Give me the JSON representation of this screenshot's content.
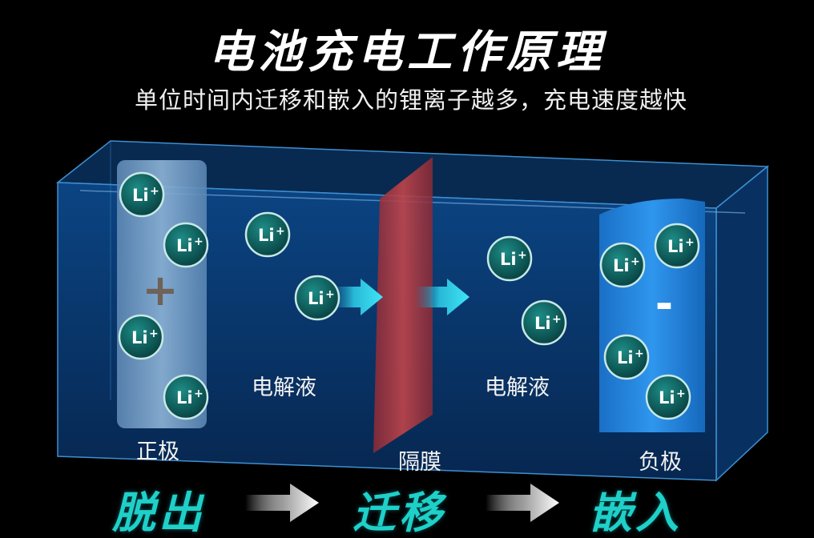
{
  "title": "电池充电工作原理",
  "subtitle": "单位时间内迁移和嵌入的锂离子越多，充电速度越快",
  "ion_label": "Li",
  "ion_charge": "+",
  "cathode": {
    "label": "正极",
    "sign": "+"
  },
  "anode": {
    "label": "负极",
    "sign": "-"
  },
  "separator_label": "隔膜",
  "electrolyte_left": "电解液",
  "electrolyte_right": "电解液",
  "steps": [
    "脱出",
    "迁移",
    "嵌入"
  ],
  "colors": {
    "background": "#000000",
    "tank": "#0b3d78",
    "cathode": "#6f9cc4",
    "anode": "#1a7fd8",
    "separator": "#b8363c",
    "ion": "#0f6d6a",
    "arrow": "#2ad3e6",
    "step_text": "#1fd0c8"
  },
  "icons": [
    "arrow-right-icon"
  ]
}
